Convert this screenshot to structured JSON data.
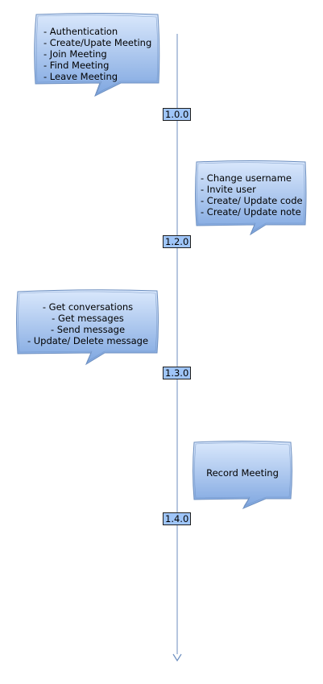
{
  "timeline": {
    "accent_color": "#6c8ebf",
    "fill_top": "#dae8fc",
    "fill_bottom": "#7ea6e0",
    "label_fill": "#9fc5f8"
  },
  "versions": [
    {
      "label": "1.0.0",
      "items": [
        "- Authentication",
        "- Create/Upate Meeting",
        "- Join Meeting",
        "- Find Meeting",
        "- Leave Meeting"
      ]
    },
    {
      "label": "1.2.0",
      "items": [
        "- Change username",
        "- Invite user",
        "- Create/ Update code",
        "- Create/ Update note"
      ]
    },
    {
      "label": "1.3.0",
      "items": [
        "- Get conversations",
        "- Get messages",
        "- Send message",
        "- Update/ Delete message"
      ]
    },
    {
      "label": "1.4.0",
      "items": [
        "Record Meeting"
      ]
    }
  ]
}
